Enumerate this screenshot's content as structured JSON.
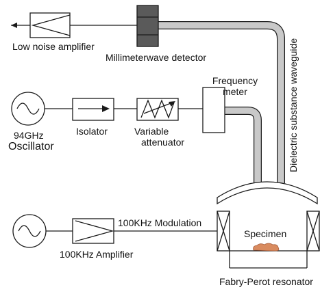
{
  "labels": {
    "low_noise_amplifier": "Low noise amplifier",
    "millimeterwave_detector": "Millimeterwave detector",
    "dielectric_waveguide": "Dielectric substance waveguide",
    "frequency_meter_line1": "Frequency",
    "frequency_meter_line2": "meter",
    "oscillator_freq": "94GHz",
    "oscillator": "Oscillator",
    "isolator": "Isolator",
    "variable_attenuator_line1": "Variable",
    "variable_attenuator_line2": "attenuator",
    "modulation": "100KHz Modulation",
    "specimen": "Specimen",
    "amplifier_100khz": "100KHz Amplifier",
    "fabry_perot": "Fabry-Perot resonator"
  },
  "colors": {
    "line": "#1a1a1a",
    "detector_fill": "#5a5a5a",
    "waveguide_fill": "#c9c9c9",
    "specimen_fill": "#d98b5f",
    "background": "#ffffff"
  }
}
